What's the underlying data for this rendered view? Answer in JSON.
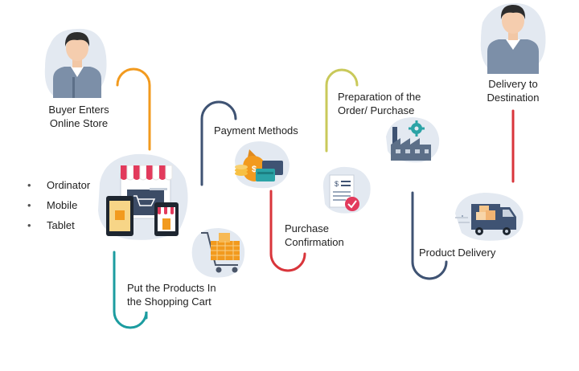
{
  "diagram": {
    "steps": {
      "buyer_enters": "Buyer Enters\nOnline Store",
      "put_products": "Put the Products In\nthe Shopping Cart",
      "payment_methods": "Payment Methods",
      "purchase_confirmation": "Purchase\nConfirmation",
      "preparation": "Preparation of the\nOrder/ Purchase",
      "product_delivery": "Product Delivery",
      "delivery_destination": "Delivery to\nDestination"
    },
    "devices": [
      "Ordinator",
      "Mobile",
      "Tablet"
    ],
    "colors": {
      "orange": "#F29A1E",
      "navy": "#3F5373",
      "red": "#D9353B",
      "teal": "#1C9CA0",
      "olive": "#C9C95A",
      "blob": "#E3E9F1"
    },
    "icons": [
      "buyer-person-icon",
      "storefront-devices-icon",
      "shopping-cart-icon",
      "money-bag-icon",
      "invoice-check-icon",
      "factory-gear-icon",
      "delivery-truck-icon",
      "recipient-person-icon"
    ]
  }
}
